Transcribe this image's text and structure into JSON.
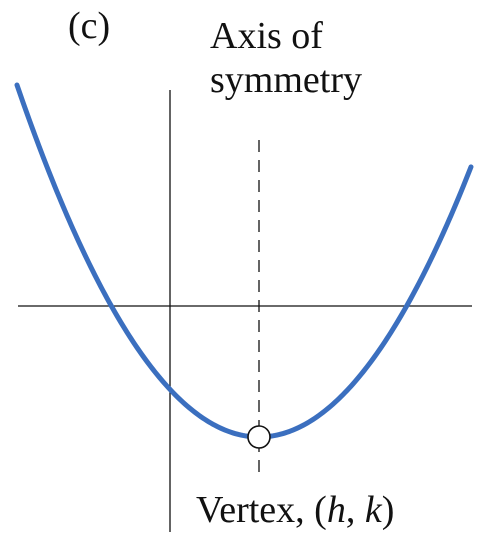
{
  "panel_label": "(c)",
  "axis_of_symmetry_label": {
    "line1": "Axis of",
    "line2": "symmetry"
  },
  "vertex_label": {
    "prefix": "Vertex, (",
    "h": "h",
    "comma": ", ",
    "k": "k",
    "suffix": ")"
  },
  "colors": {
    "curve": "#3b6fbf",
    "axes": "#111111",
    "vertex_fill": "#ffffff",
    "vertex_stroke": "#111111"
  }
}
